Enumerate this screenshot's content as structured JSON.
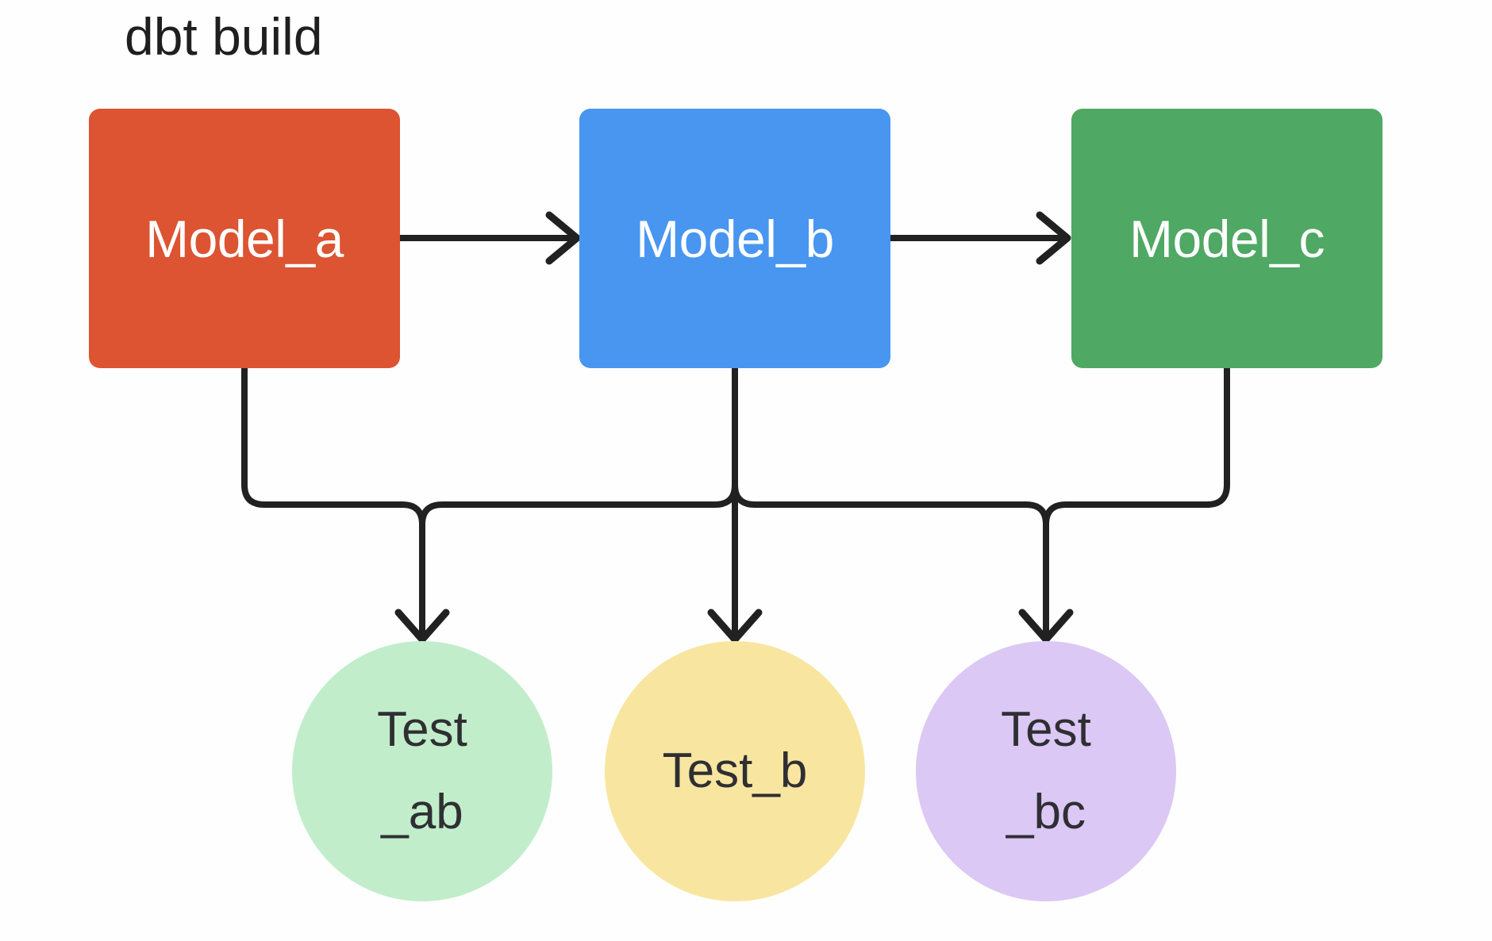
{
  "title": "dbt build",
  "colors": {
    "background": "#fefefe",
    "line": "#212121",
    "title_text": "#1f1f1f",
    "node_text_light": "#ffffff",
    "node_text_dark": "#2f2f33",
    "model_a": "#dc5432",
    "model_b": "#4896f0",
    "model_c": "#4fa863",
    "test_ab": "#c1edcb",
    "test_b": "#f8e6a0",
    "test_bc": "#dbc8f5"
  },
  "nodes": {
    "model_a": {
      "label": "Model_a",
      "shape": "rectangle",
      "color": "#dc5432"
    },
    "model_b": {
      "label": "Model_b",
      "shape": "rectangle",
      "color": "#4896f0"
    },
    "model_c": {
      "label": "Model_c",
      "shape": "rectangle",
      "color": "#4fa863"
    },
    "test_ab": {
      "label_line1": "Test",
      "label_line2": "_ab",
      "shape": "circle",
      "color": "#c1edcb"
    },
    "test_b": {
      "label_line1": "Test_b",
      "label_line2": "",
      "shape": "circle",
      "color": "#f8e6a0"
    },
    "test_bc": {
      "label_line1": "Test",
      "label_line2": "_bc",
      "shape": "circle",
      "color": "#dbc8f5"
    }
  },
  "edges": [
    {
      "from": "Model_a",
      "to": "Model_b",
      "type": "arrow"
    },
    {
      "from": "Model_b",
      "to": "Model_c",
      "type": "arrow"
    },
    {
      "from": "Model_a",
      "to": "Test_ab",
      "type": "arrow"
    },
    {
      "from": "Model_b",
      "to": "Test_ab",
      "type": "arrow"
    },
    {
      "from": "Model_b",
      "to": "Test_b",
      "type": "arrow"
    },
    {
      "from": "Model_b",
      "to": "Test_bc",
      "type": "arrow"
    },
    {
      "from": "Model_c",
      "to": "Test_bc",
      "type": "arrow"
    }
  ]
}
